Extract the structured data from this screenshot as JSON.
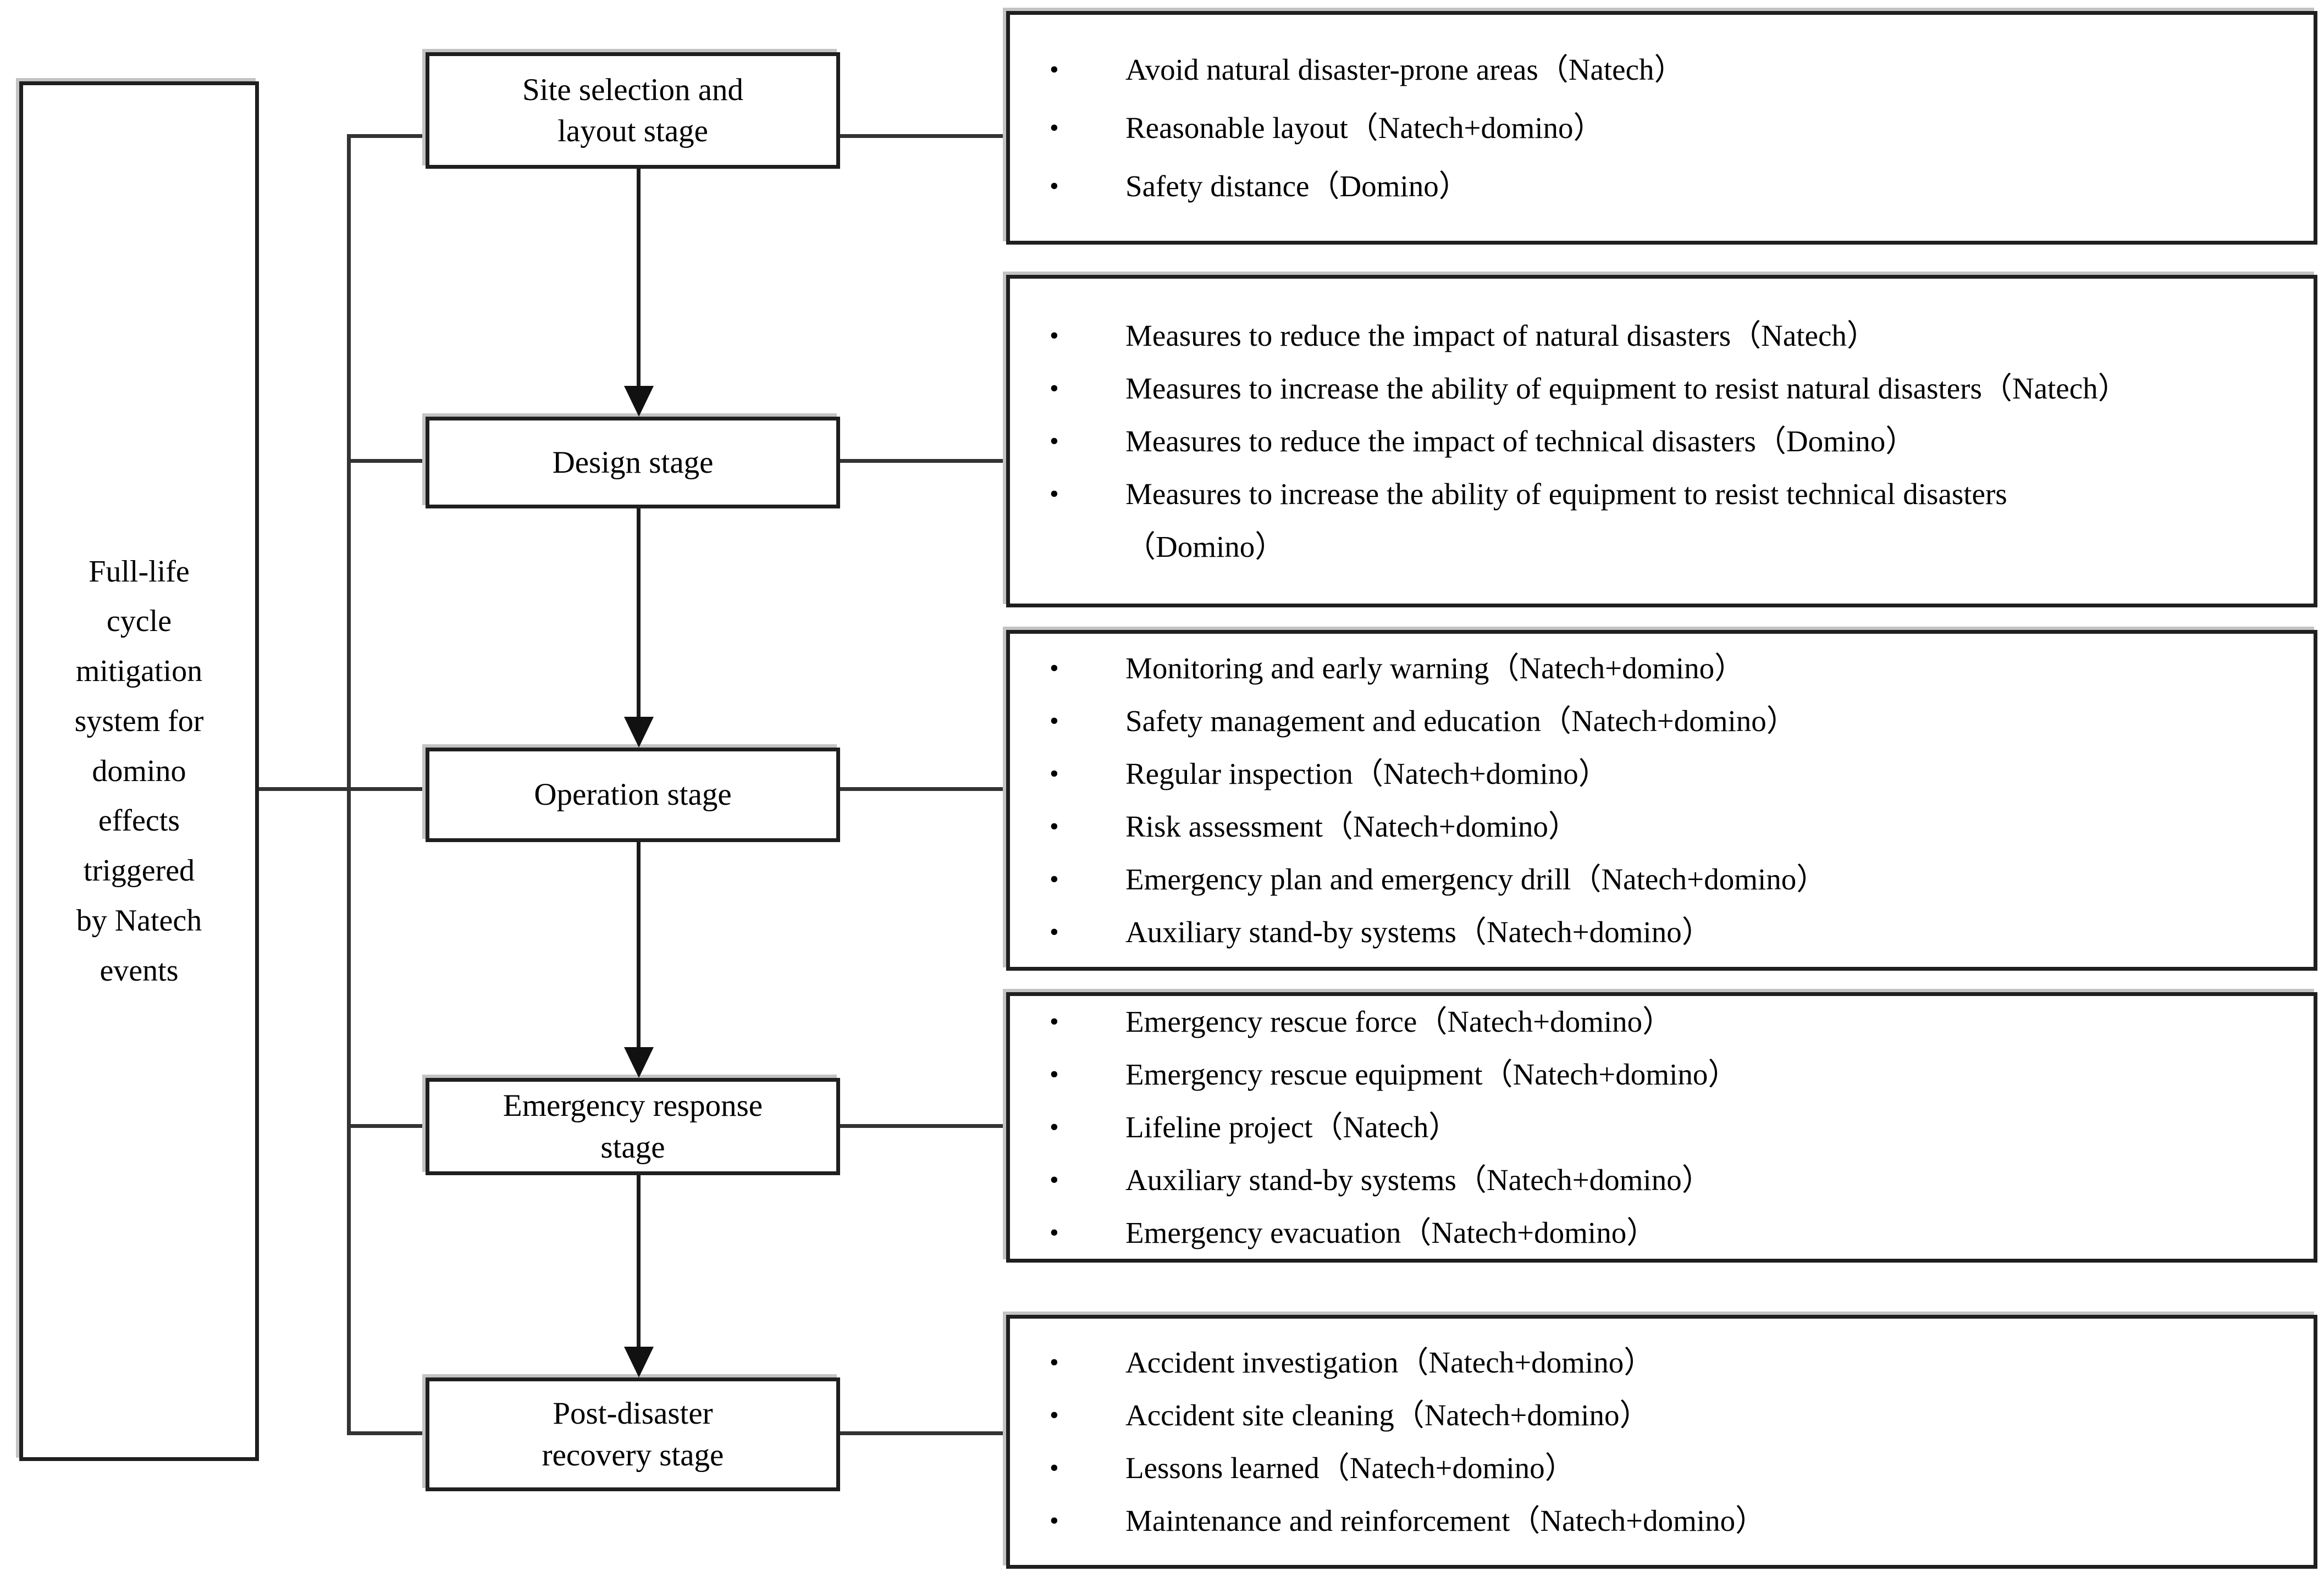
{
  "root": {
    "label": "Full-life cycle mitigation system for domino effects triggered by Natech events",
    "label_display": "Full-life\ncycle\nmitigation\nsystem for\ndomino\neffects\ntriggered\nby Natech\nevents"
  },
  "stages": [
    {
      "label": "Site selection and layout stage",
      "label_display": "Site selection and\nlayout stage",
      "items": [
        "Avoid natural disaster-prone areas（Natech）",
        "Reasonable layout（Natech+domino）",
        "Safety distance（Domino）"
      ]
    },
    {
      "label": "Design stage",
      "label_display": "Design stage",
      "items": [
        "Measures to reduce the impact of natural disasters（Natech）",
        "Measures to increase the ability of equipment to resist natural disasters（Natech）",
        "Measures to reduce the impact of technical disasters（Domino）",
        "Measures to increase the ability of equipment to resist technical disasters（Domino）"
      ]
    },
    {
      "label": "Operation stage",
      "label_display": "Operation stage",
      "items": [
        "Monitoring and early warning（Natech+domino）",
        "Safety management and education（Natech+domino）",
        "Regular inspection（Natech+domino）",
        "Risk assessment（Natech+domino）",
        "Emergency plan and emergency drill（Natech+domino）",
        "Auxiliary stand-by systems（Natech+domino）"
      ]
    },
    {
      "label": "Emergency response stage",
      "label_display": "Emergency response\nstage",
      "items": [
        "Emergency rescue force（Natech+domino）",
        "Emergency rescue equipment（Natech+domino）",
        "Lifeline project（Natech）",
        "Auxiliary stand-by systems（Natech+domino）",
        "Emergency evacuation（Natech+domino）"
      ]
    },
    {
      "label": "Post-disaster recovery stage",
      "label_display": "Post-disaster\nrecovery stage",
      "items": [
        "Accident investigation（Natech+domino）",
        "Accident site cleaning（Natech+domino）",
        "Lessons learned（Natech+domino）",
        "Maintenance and reinforcement（Natech+domino）"
      ]
    }
  ],
  "bullet_glyph": "•",
  "colors": {
    "line": "#333333",
    "border": "#1f1f1f",
    "text": "#000000",
    "background": "#ffffff"
  }
}
